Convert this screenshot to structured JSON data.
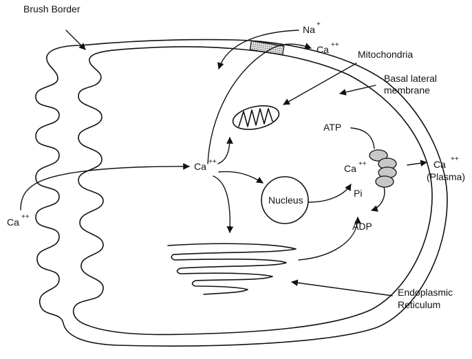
{
  "labels": {
    "brush_border": "Brush Border",
    "na": "Na",
    "na_charge": "+",
    "ca_top": "Ca",
    "ca_top_charge": "++",
    "mitochondria": "Mitochondria",
    "basal_line1": "Basal lateral",
    "basal_line2": "membrane",
    "atp": "ATP",
    "ca_center": "Ca",
    "ca_center_charge": "++",
    "ca_pump": "Ca",
    "ca_pump_charge": "++",
    "ca_plasma": "Ca",
    "ca_plasma_charge": "++",
    "plasma": "(Plasma)",
    "ca_left": "Ca",
    "ca_left_charge": "++",
    "nucleus": "Nucleus",
    "pi": "Pi",
    "adp": "ADP",
    "er_line1": "Endoplasmic",
    "er_line2": "Reticulum"
  },
  "colors": {
    "ink": "#111111",
    "protein_fill": "#c8c8c8",
    "background": "#ffffff"
  }
}
